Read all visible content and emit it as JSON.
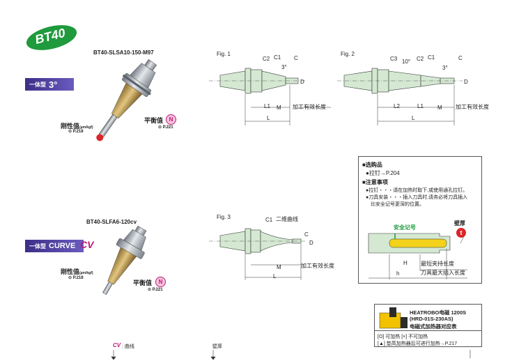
{
  "series_badge": "BT40",
  "top": {
    "model": "BT40-SLSA10-150-M97",
    "banner_label": "一体型",
    "banner_angle": "3°",
    "rigidity_label": "刚性值",
    "rigidity_unit": "(µm/kgf)",
    "rigidity_ref": "P.218",
    "balance_label": "平衡值",
    "balance_mark": "N",
    "balance_ref": "P.221"
  },
  "bottom": {
    "model": "BT40-SLFA6-120cv",
    "banner_label": "一体型",
    "banner_big": "CURVE",
    "banner_mark": "CV",
    "rigidity_label": "刚性值",
    "rigidity_unit": "(µm/kgf)",
    "rigidity_ref": "P.218",
    "balance_label": "平衡值",
    "balance_mark": "N",
    "balance_ref": "P.221"
  },
  "fig1": {
    "title": "Fig. 1",
    "c2": "C2",
    "c1": "C1",
    "c": "C",
    "angle": "3°",
    "d": "D",
    "l1": "L1",
    "m": "M",
    "l": "L",
    "effective": "加工有效长度"
  },
  "fig2": {
    "title": "Fig. 2",
    "c3": "C3",
    "c2": "C2",
    "c1": "C1",
    "c": "C",
    "angle1": "10°",
    "angle2": "3°",
    "d": "D",
    "l2": "L2",
    "l1": "L1",
    "m": "M",
    "l": "L",
    "effective": "加工有效长度"
  },
  "fig3": {
    "title": "Fig. 3",
    "c1": "C1",
    "curve": "二维曲线",
    "c": "C",
    "d": "D",
    "m": "M",
    "l": "L",
    "effective": "加工有效长度"
  },
  "notes": {
    "options_title": "■选购品",
    "options_item": "●拉钉→P.204",
    "caution_title": "■注意事项",
    "caution_1": "●拉钉・・・请在加热时取下,或使用通孔拉钉。",
    "caution_2a": "●刀具安装・・・插入刀具时,请务必将刀具插入",
    "caution_2b": "比安全记号更深的位置。",
    "safety_mark": "安全记号",
    "wall_label": "壁厚",
    "wall_mark": "t",
    "min_length": "最短夹持长度",
    "max_length": "刀具最大插入长度",
    "h_upper": "H",
    "h_lower": "h"
  },
  "heater": {
    "line1": "HEATROBO电磁 1200S",
    "line2": "(HRD-01S-230AS)",
    "line3": "电磁式加热器对应表",
    "legend1": "[O] 可加热   [×] 不可加热",
    "legend2": "[▲] 垫高加热器后可进行加热→P.217"
  },
  "footer": {
    "curve_mark": "CV",
    "curve_label": ": 曲线",
    "wall_label": "壁厚"
  },
  "colors": {
    "badge_green": "#1f9a3c",
    "banner_purple": "#4a3c9a",
    "accent_red": "#d9262b",
    "safety_green": "#1a9a3a",
    "magenta": "#c0187a",
    "heater_yellow": "#f2c200"
  }
}
